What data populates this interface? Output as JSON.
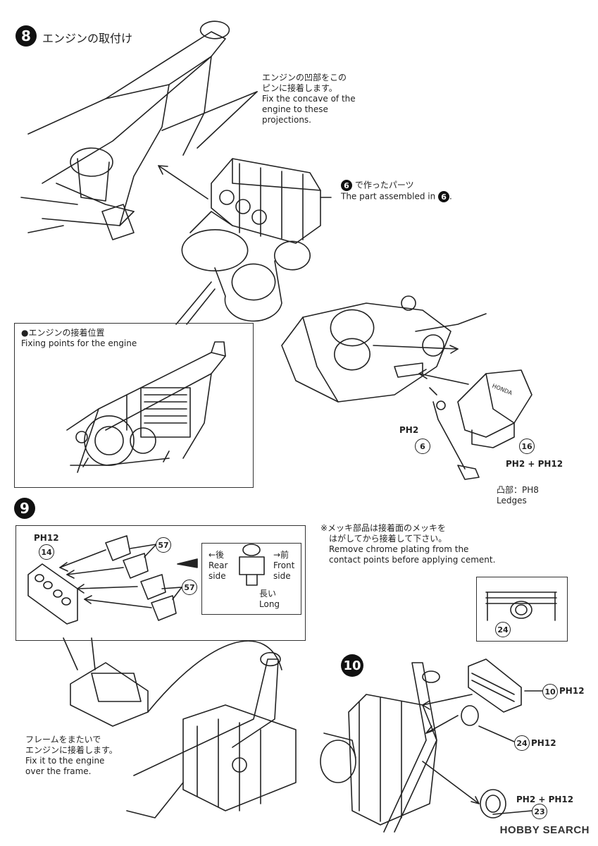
{
  "step8": {
    "number": "8",
    "title": "エンジンの取付け",
    "note_fix": {
      "jp1": "エンジンの凹部をこの",
      "jp2": "ピンに接着します。",
      "en1": "Fix the concave of the",
      "en2": "engine to these",
      "en3": "projections."
    },
    "note_part": {
      "num": "6",
      "jp": "で作ったパーツ",
      "en": "The part assembled in",
      "en_num": "6",
      "en_tail": "."
    },
    "inset": {
      "jp": "●エンジンの接着位置",
      "en": "Fixing points for the engine"
    },
    "stand_code": "PH2",
    "stand_part": "6",
    "cover_part": "16",
    "cover_code": "PH2 + PH12",
    "ledges": {
      "jp": "凸部：PH8",
      "en": "Ledges"
    },
    "cover_logo": "HONDA"
  },
  "step9": {
    "number": "9",
    "head_code": "PH12",
    "head_part": "14",
    "carb_part_a": "57",
    "carb_part_b": "57",
    "legend": {
      "rear_jp": "←後",
      "rear_en1": "Rear",
      "rear_en2": "side",
      "front_jp": "→前",
      "front_en1": "Front",
      "front_en2": "side",
      "long_jp": "長い",
      "long_en": "Long"
    },
    "chrome_note": {
      "jp1": "※メッキ部品は接着面のメッキを",
      "jp2": "はがしてから接着して下さい。",
      "en1": "Remove chrome plating from the",
      "en2": "contact points before applying cement."
    },
    "chrome_part": "24",
    "frame_note": {
      "jp1": "フレームをまたいで",
      "jp2": "エンジンに接着します。",
      "en1": "Fix it to the engine",
      "en2": "over the frame."
    }
  },
  "step10": {
    "number": "10",
    "parts": [
      {
        "num": "10",
        "code": "PH12"
      },
      {
        "num": "24",
        "code": "PH12"
      },
      {
        "num": "23",
        "code": "PH2 + PH12"
      }
    ]
  },
  "footer": {
    "brand": "HOBBY SEARCH"
  }
}
